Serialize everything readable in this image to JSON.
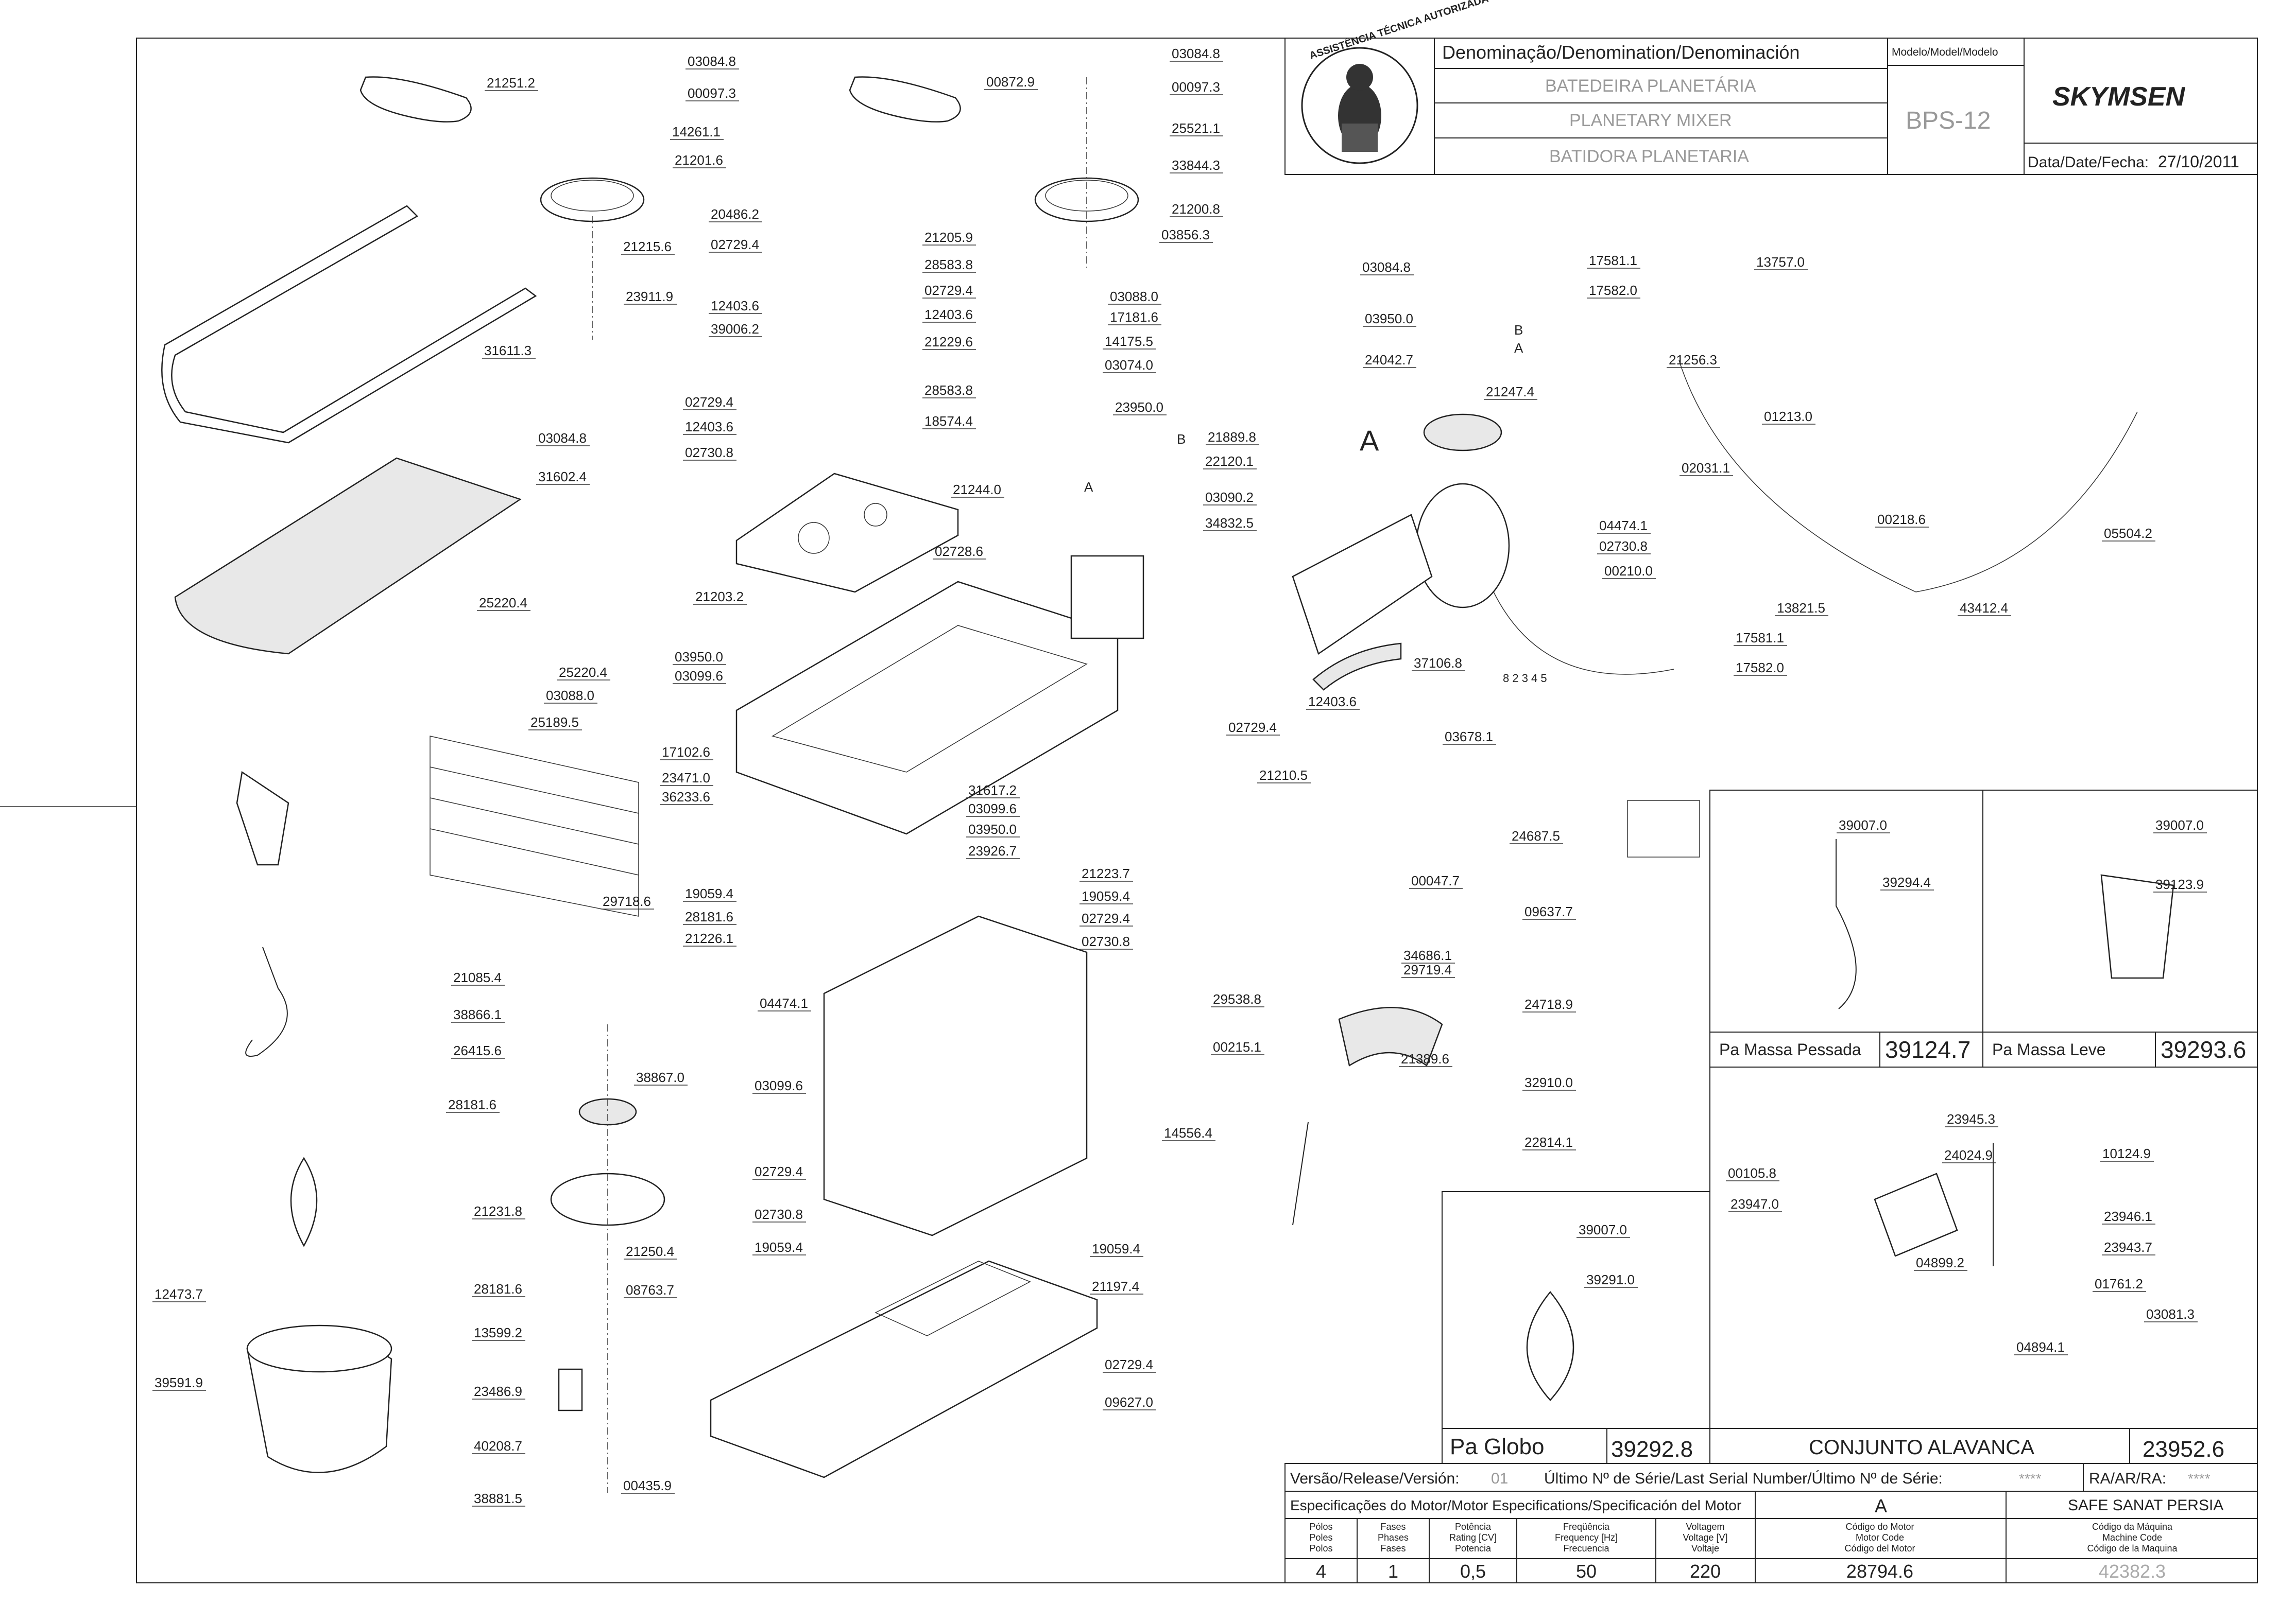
{
  "title_block": {
    "denomination_header": "Denominação/Denomination/Denominación",
    "name_pt": "BATEDEIRA PLANETÁRIA",
    "name_en": "PLANETARY MIXER",
    "name_es": "BATIDORA PLANETARIA",
    "model_header": "Modelo/Model/Modelo",
    "model": "BPS-12",
    "brand": "SKYMSEN",
    "date_label": "Data/Date/Fecha:",
    "date": "27/10/2011",
    "seal_text": "ASSISTÊNCIA TÉCNICA AUTORIZADA"
  },
  "version_row": {
    "version_label": "Versão/Release/Versión:",
    "version": "01",
    "serial_label": "Último Nº de Série/Last Serial Number/Último Nº de Série:",
    "serial": "****",
    "ra_label": "RA/AR/RA:",
    "ra": "****"
  },
  "motor_specs": {
    "header": "Especificações do Motor/Motor Especifications/Specificación del Motor",
    "motor_letter": "A",
    "customer": "SAFE SANAT PERSIA",
    "columns": [
      {
        "l1": "Pólos",
        "l2": "Poles",
        "l3": "Polos",
        "value": "4"
      },
      {
        "l1": "Fases",
        "l2": "Phases",
        "l3": "Fases",
        "value": "1"
      },
      {
        "l1": "Potência",
        "l2": "Rating [CV]",
        "l3": "Potencia",
        "value": "0,5"
      },
      {
        "l1": "Freqüência",
        "l2": "Frequency [Hz]",
        "l3": "Frecuencia",
        "value": "50"
      },
      {
        "l1": "Voltagem",
        "l2": "Voltage [V]",
        "l3": "Voltaje",
        "value": "220"
      },
      {
        "l1": "Código do Motor",
        "l2": "Motor Code",
        "l3": "Código del Motor",
        "value": "28794.6"
      },
      {
        "l1": "Código da Máquina",
        "l2": "Machine Code",
        "l3": "Código de la Maquina",
        "value": "42382.3"
      }
    ]
  },
  "sub_assemblies": {
    "heavy_paddle": {
      "name": "Pa Massa Pessada",
      "code": "39124.7"
    },
    "light_paddle": {
      "name": "Pa Massa Leve",
      "code": "39293.6"
    },
    "globe": {
      "name": "Pa Globo",
      "code": "39292.8"
    },
    "lever_set": {
      "name": "CONJUNTO ALAVANCA",
      "code": "23952.6"
    }
  },
  "wiring_marks": {
    "b": "B",
    "a": "A",
    "b2": "B",
    "a2": "A",
    "motor": "A",
    "wires": "8 2 3 4 5"
  },
  "part_labels": [
    "03084.8",
    "21251.2",
    "00097.3",
    "14261.1",
    "21201.6",
    "21215.6",
    "23911.9",
    "31611.3",
    "00872.9",
    "03084.8",
    "00097.3",
    "25521.1",
    "33844.3",
    "21200.8",
    "03856.3",
    "20486.2",
    "02729.4",
    "12403.6",
    "39006.2",
    "21205.9",
    "28583.8",
    "02729.4",
    "12403.6",
    "21229.6",
    "28583.8",
    "18574.4",
    "02729.4",
    "12403.6",
    "02730.8",
    "21244.0",
    "02728.6",
    "03088.0",
    "17181.6",
    "14175.5",
    "03074.0",
    "23950.0",
    "21889.8",
    "22120.1",
    "03084.8",
    "31602.4",
    "25220.4",
    "21203.2",
    "03090.2",
    "34832.5",
    "25220.4",
    "03950.0",
    "03099.6",
    "03088.0",
    "25189.5",
    "17102.6",
    "23471.0",
    "36233.6",
    "31617.2",
    "03099.6",
    "03950.0",
    "23926.7",
    "29718.6",
    "19059.4",
    "28181.6",
    "21226.1",
    "21223.7",
    "19059.4",
    "02729.4",
    "02730.8",
    "21085.4",
    "38866.1",
    "26415.6",
    "28181.6",
    "38867.0",
    "04474.1",
    "03099.6",
    "29538.8",
    "00215.1",
    "14556.4",
    "02729.4",
    "21231.8",
    "21250.4",
    "28181.6",
    "08763.7",
    "02730.8",
    "19059.4",
    "19059.4",
    "21197.4",
    "13599.2",
    "12473.7",
    "39591.9",
    "23486.9",
    "40208.7",
    "02729.4",
    "09627.0",
    "38881.5",
    "00435.9",
    "03084.8",
    "03950.0",
    "24042.7",
    "17581.1",
    "17582.0",
    "13757.0",
    "21256.3",
    "21247.4",
    "01213.0",
    "02031.1",
    "00218.6",
    "05504.2",
    "04474.1",
    "02730.8",
    "00210.0",
    "13821.5",
    "17581.1",
    "17582.0",
    "43412.4",
    "37106.8",
    "12403.6",
    "02729.4",
    "03678.1",
    "21210.5",
    "24687.5",
    "00047.7",
    "09637.7",
    "34686.1",
    "29719.4",
    "24718.9",
    "32910.0",
    "21389.6",
    "22814.1",
    "39007.0",
    "39294.4",
    "39007.0",
    "39123.9",
    "39007.0",
    "39291.0",
    "23945.3",
    "00105.8",
    "24024.9",
    "10124.9",
    "23947.0",
    "23946.1",
    "23943.7",
    "04899.2",
    "01761.2",
    "03081.3",
    "04894.1"
  ]
}
